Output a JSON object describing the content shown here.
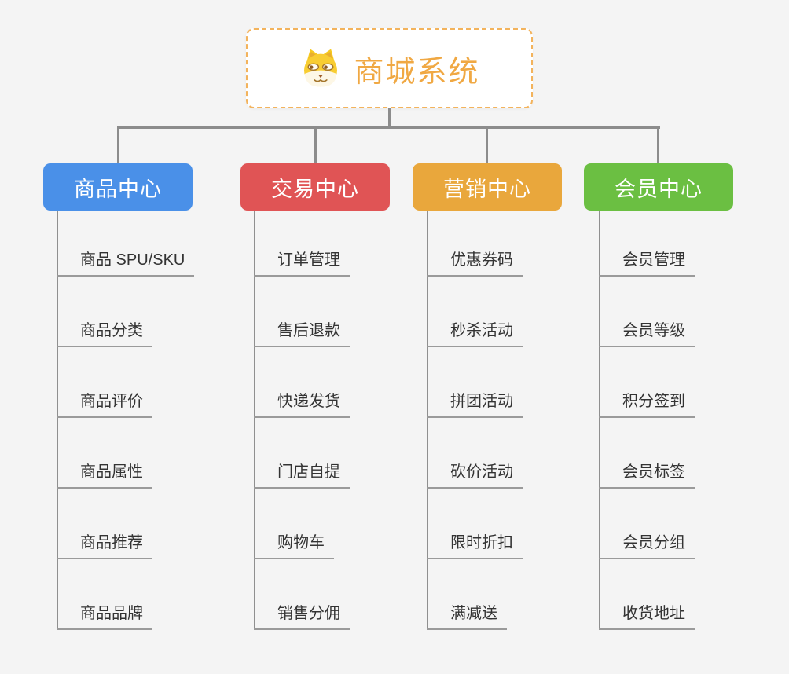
{
  "root": {
    "title": "商城系统",
    "icon": "doge-face-icon"
  },
  "branches": [
    {
      "label": "商品中心",
      "color": "#4a90e8",
      "children": [
        "商品 SPU/SKU",
        "商品分类",
        "商品评价",
        "商品属性",
        "商品推荐",
        "商品品牌"
      ]
    },
    {
      "label": "交易中心",
      "color": "#e05455",
      "children": [
        "订单管理",
        "售后退款",
        "快递发货",
        "门店自提",
        "购物车",
        "销售分佣"
      ]
    },
    {
      "label": "营销中心",
      "color": "#e9a73c",
      "children": [
        "优惠券码",
        "秒杀活动",
        "拼团活动",
        "砍价活动",
        "限时折扣",
        "满减送"
      ]
    },
    {
      "label": "会员中心",
      "color": "#6bbf42",
      "children": [
        "会员管理",
        "会员等级",
        "积分签到",
        "会员标签",
        "会员分组",
        "收货地址"
      ]
    }
  ],
  "colors": {
    "background": "#f4f4f4",
    "root_border": "#f3b35c",
    "root_text": "#f0a843",
    "connector": "#8c8c8c",
    "child_line": "#9a9a9a",
    "child_text": "#333333"
  }
}
